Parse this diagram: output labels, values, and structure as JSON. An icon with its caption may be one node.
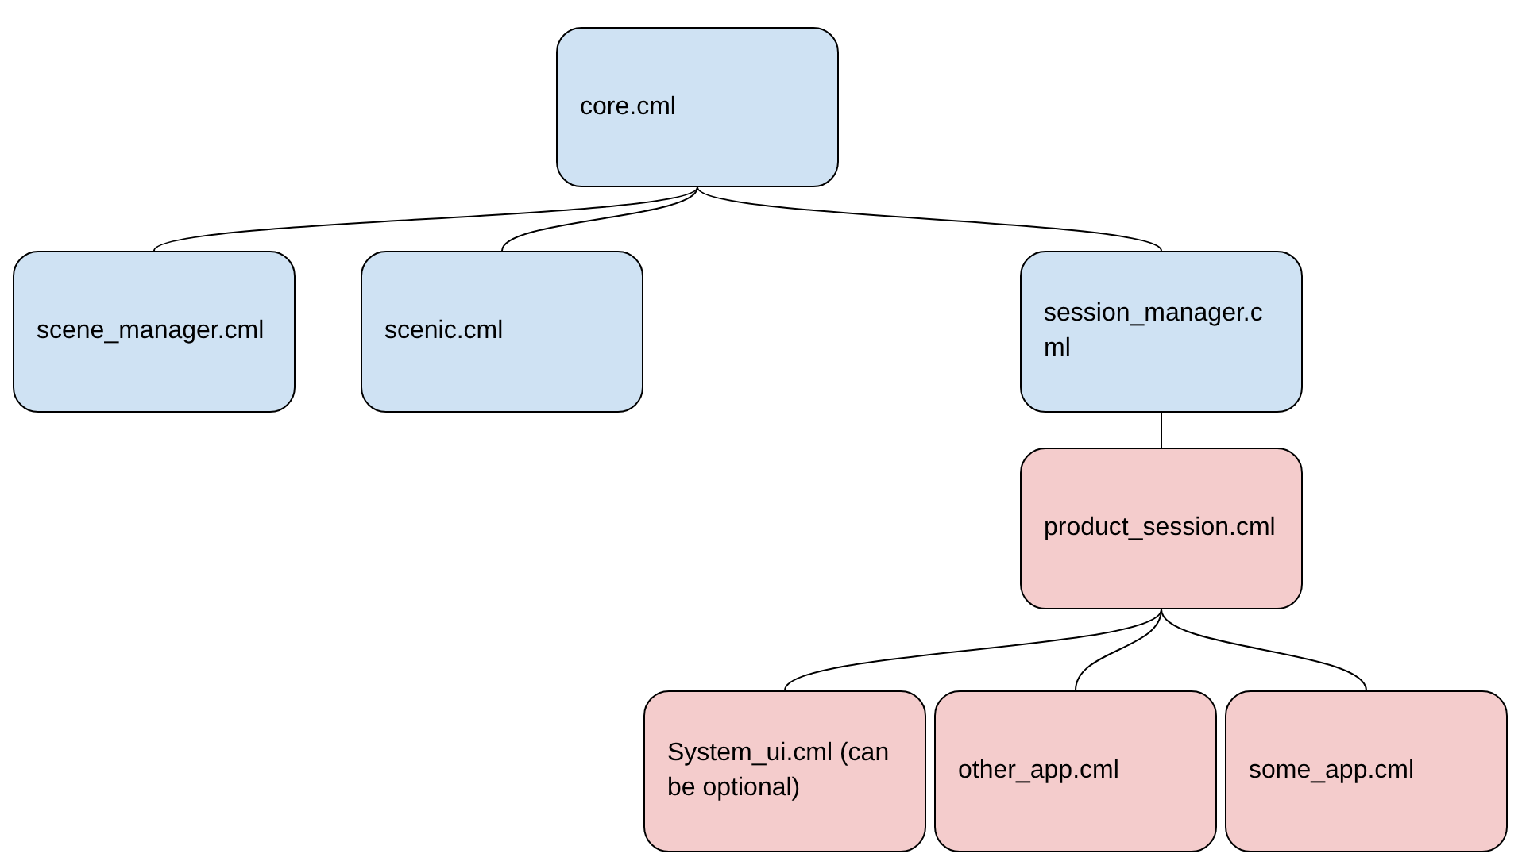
{
  "diagram": {
    "nodes": [
      {
        "text": [
          "core.cml"
        ]
      },
      {
        "text": [
          "scene_manager.cml"
        ]
      },
      {
        "text": [
          "scenic.cml"
        ]
      },
      {
        "text": [
          "session_manager.cml"
        ]
      },
      {
        "text": [
          "product_session.cml"
        ]
      },
      {
        "text": [
          "System_ui.cml (can be optional)"
        ]
      },
      {
        "text": [
          "other_app.cml"
        ]
      },
      {
        "text": [
          "some_app.cml"
        ]
      }
    ],
    "edges": [
      {
        "from": 0,
        "to": 1,
        "arrow": "none"
      },
      {
        "from": 0,
        "to": 2,
        "arrow": "none"
      },
      {
        "from": 0,
        "to": 3,
        "arrow": "none"
      },
      {
        "from": 3,
        "to": 4,
        "arrow": "none"
      },
      {
        "from": 4,
        "to": 5,
        "arrow": "none"
      },
      {
        "from": 4,
        "to": 6,
        "arrow": "none"
      },
      {
        "from": 4,
        "to": 7,
        "arrow": "none"
      }
    ]
  }
}
